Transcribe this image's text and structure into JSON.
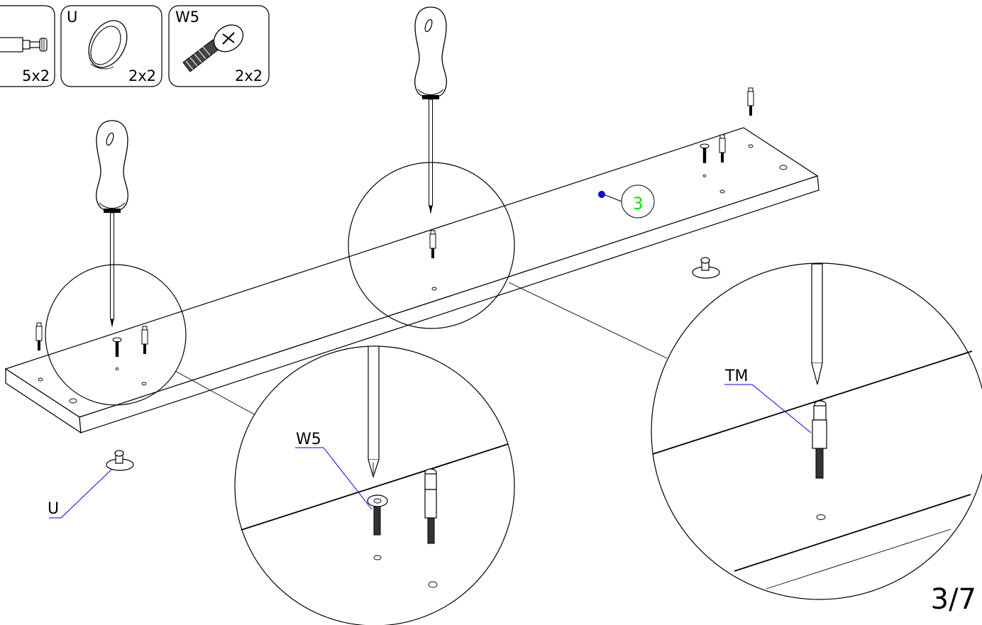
{
  "parts": [
    {
      "qty": "5x2"
    },
    {
      "code": "U",
      "qty": "2x2"
    },
    {
      "code": "W5",
      "qty": "2x2"
    }
  ],
  "callouts": {
    "part_number": "3",
    "w5": "W5",
    "tm": "TM",
    "u": "U"
  },
  "page_number": "3/7",
  "colors": {
    "line": "#000000",
    "leader": "#0000ff",
    "part_dot": "#0000cc",
    "part_number_text": "#00ee00"
  }
}
